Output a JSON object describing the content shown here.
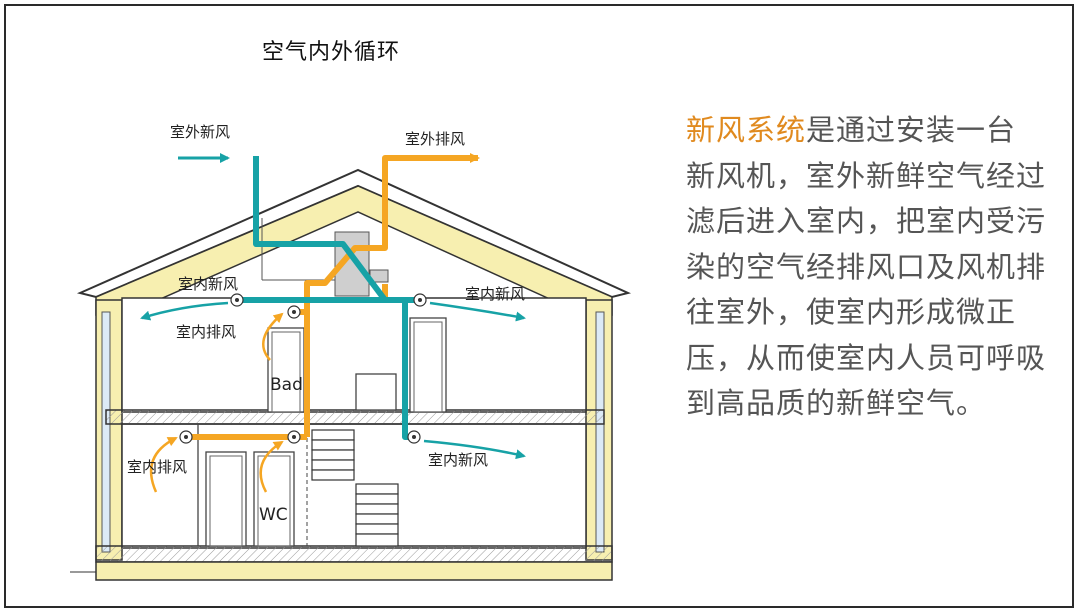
{
  "title": "空气内外循环",
  "labels": {
    "outdoor_fresh_air": "室外新风",
    "outdoor_exhaust": "室外排风",
    "indoor_fresh_upper_left": "室内新风",
    "indoor_fresh_upper_right": "室内新风",
    "indoor_exhaust_upper": "室内排风",
    "indoor_exhaust_lower": "室内排风",
    "indoor_fresh_lower": "室内新风",
    "bathroom": "Bad",
    "toilet": "WC"
  },
  "description": {
    "highlight": "新风系统",
    "text": "是通过安装一台新风机，室外新鲜空气经过滤后进入室内，把室内受污染的空气经排风口及风机排往室外，使室内形成微正压，从而使室内人员可呼吸到高品质的新鲜空气。"
  },
  "colors": {
    "fresh_air_duct": "#17a2a6",
    "exhaust_duct": "#f5a623",
    "highlight_text": "#e08a1f",
    "wall_fill": "#f7efb0",
    "body_text": "#555555"
  }
}
